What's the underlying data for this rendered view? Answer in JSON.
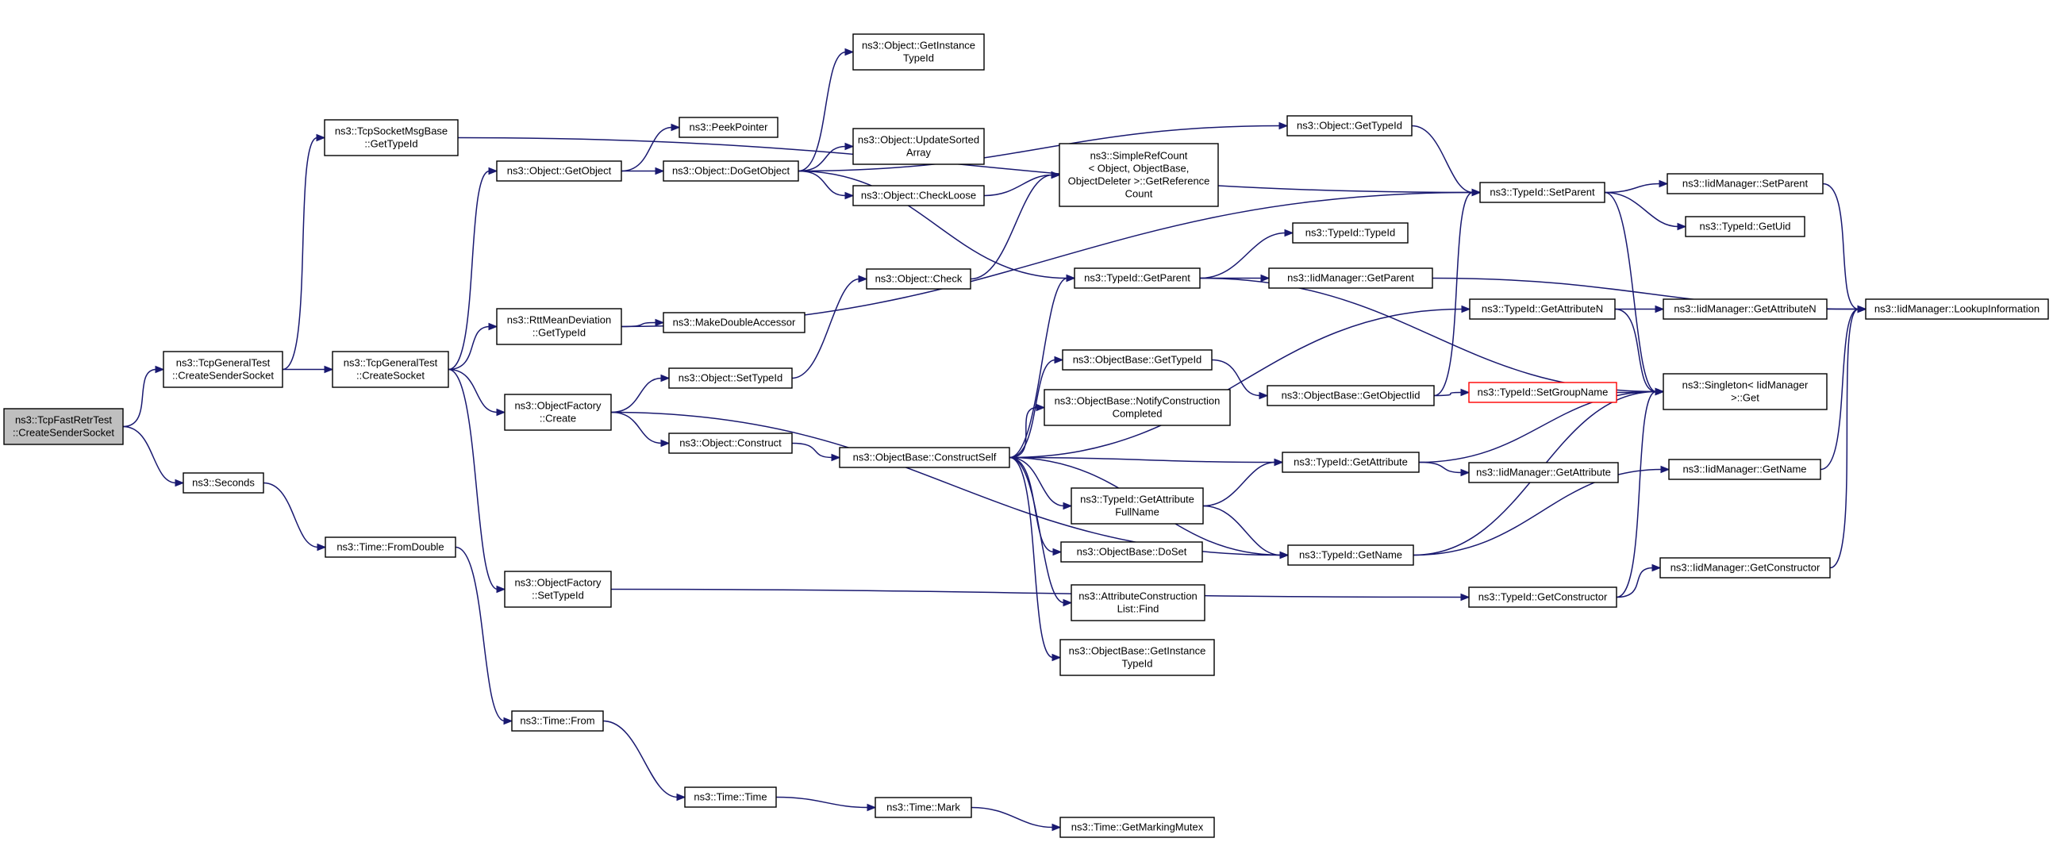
{
  "diagram": {
    "colors": {
      "edge": "#191970",
      "node_border": "#000000",
      "root_fill": "#bfbfbf",
      "highlight_border": "#ff0000",
      "background": "#ffffff"
    },
    "nodes": [
      {
        "id": "root",
        "lines": [
          "ns3::TcpFastRetrTest",
          "::CreateSenderSocket"
        ],
        "style": "root"
      },
      {
        "id": "tgt_css",
        "lines": [
          "ns3::TcpGeneralTest",
          "::CreateSenderSocket"
        ]
      },
      {
        "id": "seconds",
        "lines": [
          "ns3::Seconds"
        ]
      },
      {
        "id": "tsmb",
        "lines": [
          "ns3::TcpSocketMsgBase",
          "::GetTypeId"
        ]
      },
      {
        "id": "tgt_cs",
        "lines": [
          "ns3::TcpGeneralTest",
          "::CreateSocket"
        ]
      },
      {
        "id": "fromdouble",
        "lines": [
          "ns3::Time::FromDouble"
        ]
      },
      {
        "id": "getobject",
        "lines": [
          "ns3::Object::GetObject"
        ]
      },
      {
        "id": "rttmd",
        "lines": [
          "ns3::RttMeanDeviation",
          "::GetTypeId"
        ]
      },
      {
        "id": "of_create",
        "lines": [
          "ns3::ObjectFactory",
          "::Create"
        ]
      },
      {
        "id": "of_settid",
        "lines": [
          "ns3::ObjectFactory",
          "::SetTypeId"
        ]
      },
      {
        "id": "time_from",
        "lines": [
          "ns3::Time::From"
        ]
      },
      {
        "id": "peekptr",
        "lines": [
          "ns3::PeekPointer"
        ]
      },
      {
        "id": "dogetobj",
        "lines": [
          "ns3::Object::DoGetObject"
        ]
      },
      {
        "id": "mkdblacc",
        "lines": [
          "ns3::MakeDoubleAccessor"
        ]
      },
      {
        "id": "obj_settid",
        "lines": [
          "ns3::Object::SetTypeId"
        ]
      },
      {
        "id": "obj_construct",
        "lines": [
          "ns3::Object::Construct"
        ]
      },
      {
        "id": "time_time",
        "lines": [
          "ns3::Time::Time"
        ]
      },
      {
        "id": "obj_getinst",
        "lines": [
          "ns3::Object::GetInstance",
          "TypeId"
        ]
      },
      {
        "id": "obj_updsort",
        "lines": [
          "ns3::Object::UpdateSorted",
          "Array"
        ]
      },
      {
        "id": "obj_checkloose",
        "lines": [
          "ns3::Object::CheckLoose"
        ]
      },
      {
        "id": "obj_check",
        "lines": [
          "ns3::Object::Check"
        ]
      },
      {
        "id": "ob_constructself",
        "lines": [
          "ns3::ObjectBase::ConstructSelf"
        ]
      },
      {
        "id": "time_mark",
        "lines": [
          "ns3::Time::Mark"
        ]
      },
      {
        "id": "srcgetref",
        "lines": [
          "ns3::SimpleRefCount",
          "< Object, ObjectBase,",
          "ObjectDeleter >::GetReference",
          "Count"
        ]
      },
      {
        "id": "tid_getparent",
        "lines": [
          "ns3::TypeId::GetParent"
        ]
      },
      {
        "id": "ob_gettid",
        "lines": [
          "ns3::ObjectBase::GetTypeId"
        ]
      },
      {
        "id": "ob_notify",
        "lines": [
          "ns3::ObjectBase::NotifyConstruction",
          "Completed"
        ]
      },
      {
        "id": "tid_getattrfull",
        "lines": [
          "ns3::TypeId::GetAttribute",
          "FullName"
        ]
      },
      {
        "id": "ob_doset",
        "lines": [
          "ns3::ObjectBase::DoSet"
        ]
      },
      {
        "id": "acl_find",
        "lines": [
          "ns3::AttributeConstruction",
          "List::Find"
        ]
      },
      {
        "id": "ob_getinst",
        "lines": [
          "ns3::ObjectBase::GetInstance",
          "TypeId"
        ]
      },
      {
        "id": "time_markmutex",
        "lines": [
          "ns3::Time::GetMarkingMutex"
        ]
      },
      {
        "id": "obj_gettid",
        "lines": [
          "ns3::Object::GetTypeId"
        ]
      },
      {
        "id": "tid_typeid",
        "lines": [
          "ns3::TypeId::TypeId"
        ]
      },
      {
        "id": "iid_getparent",
        "lines": [
          "ns3::IidManager::GetParent"
        ]
      },
      {
        "id": "ob_getobjiid",
        "lines": [
          "ns3::ObjectBase::GetObjectIid"
        ]
      },
      {
        "id": "tid_getattr",
        "lines": [
          "ns3::TypeId::GetAttribute"
        ]
      },
      {
        "id": "tid_getname",
        "lines": [
          "ns3::TypeId::GetName"
        ]
      },
      {
        "id": "tid_setparent",
        "lines": [
          "ns3::TypeId::SetParent"
        ]
      },
      {
        "id": "tid_getattrn",
        "lines": [
          "ns3::TypeId::GetAttributeN"
        ]
      },
      {
        "id": "tid_setgroup",
        "lines": [
          "ns3::TypeId::SetGroupName"
        ],
        "style": "red"
      },
      {
        "id": "iid_getattr",
        "lines": [
          "ns3::IidManager::GetAttribute"
        ]
      },
      {
        "id": "tid_getctor",
        "lines": [
          "ns3::TypeId::GetConstructor"
        ]
      },
      {
        "id": "iid_setparent",
        "lines": [
          "ns3::IidManager::SetParent"
        ]
      },
      {
        "id": "tid_getuid",
        "lines": [
          "ns3::TypeId::GetUid"
        ]
      },
      {
        "id": "iid_getattrn",
        "lines": [
          "ns3::IidManager::GetAttributeN"
        ]
      },
      {
        "id": "singleton_get",
        "lines": [
          "ns3::Singleton< IidManager",
          ">::Get"
        ]
      },
      {
        "id": "iid_getname",
        "lines": [
          "ns3::IidManager::GetName"
        ]
      },
      {
        "id": "iid_getctor",
        "lines": [
          "ns3::IidManager::GetConstructor"
        ]
      },
      {
        "id": "iid_lookup",
        "lines": [
          "ns3::IidManager::LookupInformation"
        ]
      }
    ],
    "edges": [
      [
        "root",
        "tgt_css"
      ],
      [
        "root",
        "seconds"
      ],
      [
        "tgt_css",
        "tsmb"
      ],
      [
        "tgt_css",
        "tgt_cs"
      ],
      [
        "seconds",
        "fromdouble"
      ],
      [
        "tsmb",
        "tid_setparent"
      ],
      [
        "tgt_cs",
        "getobject"
      ],
      [
        "tgt_cs",
        "rttmd"
      ],
      [
        "tgt_cs",
        "of_create"
      ],
      [
        "tgt_cs",
        "of_settid"
      ],
      [
        "fromdouble",
        "time_from"
      ],
      [
        "getobject",
        "peekptr"
      ],
      [
        "getobject",
        "dogetobj"
      ],
      [
        "rttmd",
        "mkdblacc"
      ],
      [
        "rttmd",
        "tid_setparent"
      ],
      [
        "of_create",
        "obj_settid"
      ],
      [
        "of_create",
        "obj_construct"
      ],
      [
        "of_create",
        "tid_getname"
      ],
      [
        "of_settid",
        "tid_getctor"
      ],
      [
        "time_from",
        "time_time"
      ],
      [
        "dogetobj",
        "obj_getinst"
      ],
      [
        "dogetobj",
        "obj_updsort"
      ],
      [
        "dogetobj",
        "obj_checkloose"
      ],
      [
        "dogetobj",
        "obj_gettid"
      ],
      [
        "dogetobj",
        "tid_getparent"
      ],
      [
        "obj_settid",
        "obj_check"
      ],
      [
        "obj_construct",
        "ob_constructself"
      ],
      [
        "time_time",
        "time_mark"
      ],
      [
        "obj_checkloose",
        "srcgetref"
      ],
      [
        "obj_check",
        "srcgetref"
      ],
      [
        "ob_constructself",
        "tid_getparent"
      ],
      [
        "ob_constructself",
        "ob_gettid"
      ],
      [
        "ob_constructself",
        "ob_notify"
      ],
      [
        "ob_constructself",
        "tid_getattrfull"
      ],
      [
        "ob_constructself",
        "ob_doset"
      ],
      [
        "ob_constructself",
        "acl_find"
      ],
      [
        "ob_constructself",
        "ob_getinst"
      ],
      [
        "ob_constructself",
        "tid_getattr"
      ],
      [
        "ob_constructself",
        "tid_getattrn"
      ],
      [
        "ob_constructself",
        "tid_getname"
      ],
      [
        "time_mark",
        "time_markmutex"
      ],
      [
        "tid_getparent",
        "tid_typeid"
      ],
      [
        "tid_getparent",
        "iid_getparent"
      ],
      [
        "tid_getparent",
        "singleton_get"
      ],
      [
        "ob_gettid",
        "ob_getobjiid"
      ],
      [
        "tid_getattrfull",
        "tid_getattr"
      ],
      [
        "tid_getattrfull",
        "tid_getname"
      ],
      [
        "obj_gettid",
        "tid_setparent"
      ],
      [
        "iid_getparent",
        "iid_lookup"
      ],
      [
        "ob_getobjiid",
        "tid_setparent"
      ],
      [
        "ob_getobjiid",
        "tid_setgroup"
      ],
      [
        "tid_getattr",
        "iid_getattr"
      ],
      [
        "tid_getattr",
        "singleton_get"
      ],
      [
        "tid_getname",
        "singleton_get"
      ],
      [
        "tid_getname",
        "iid_getname"
      ],
      [
        "tid_setparent",
        "iid_setparent"
      ],
      [
        "tid_setparent",
        "tid_getuid"
      ],
      [
        "tid_setparent",
        "singleton_get"
      ],
      [
        "tid_getattrn",
        "iid_getattrn"
      ],
      [
        "tid_getattrn",
        "singleton_get"
      ],
      [
        "tid_setgroup",
        "singleton_get"
      ],
      [
        "tid_getctor",
        "singleton_get"
      ],
      [
        "tid_getctor",
        "iid_getctor"
      ],
      [
        "iid_setparent",
        "iid_lookup"
      ],
      [
        "iid_getattrn",
        "iid_lookup"
      ],
      [
        "iid_getname",
        "iid_lookup"
      ],
      [
        "iid_getctor",
        "iid_lookup"
      ]
    ]
  }
}
